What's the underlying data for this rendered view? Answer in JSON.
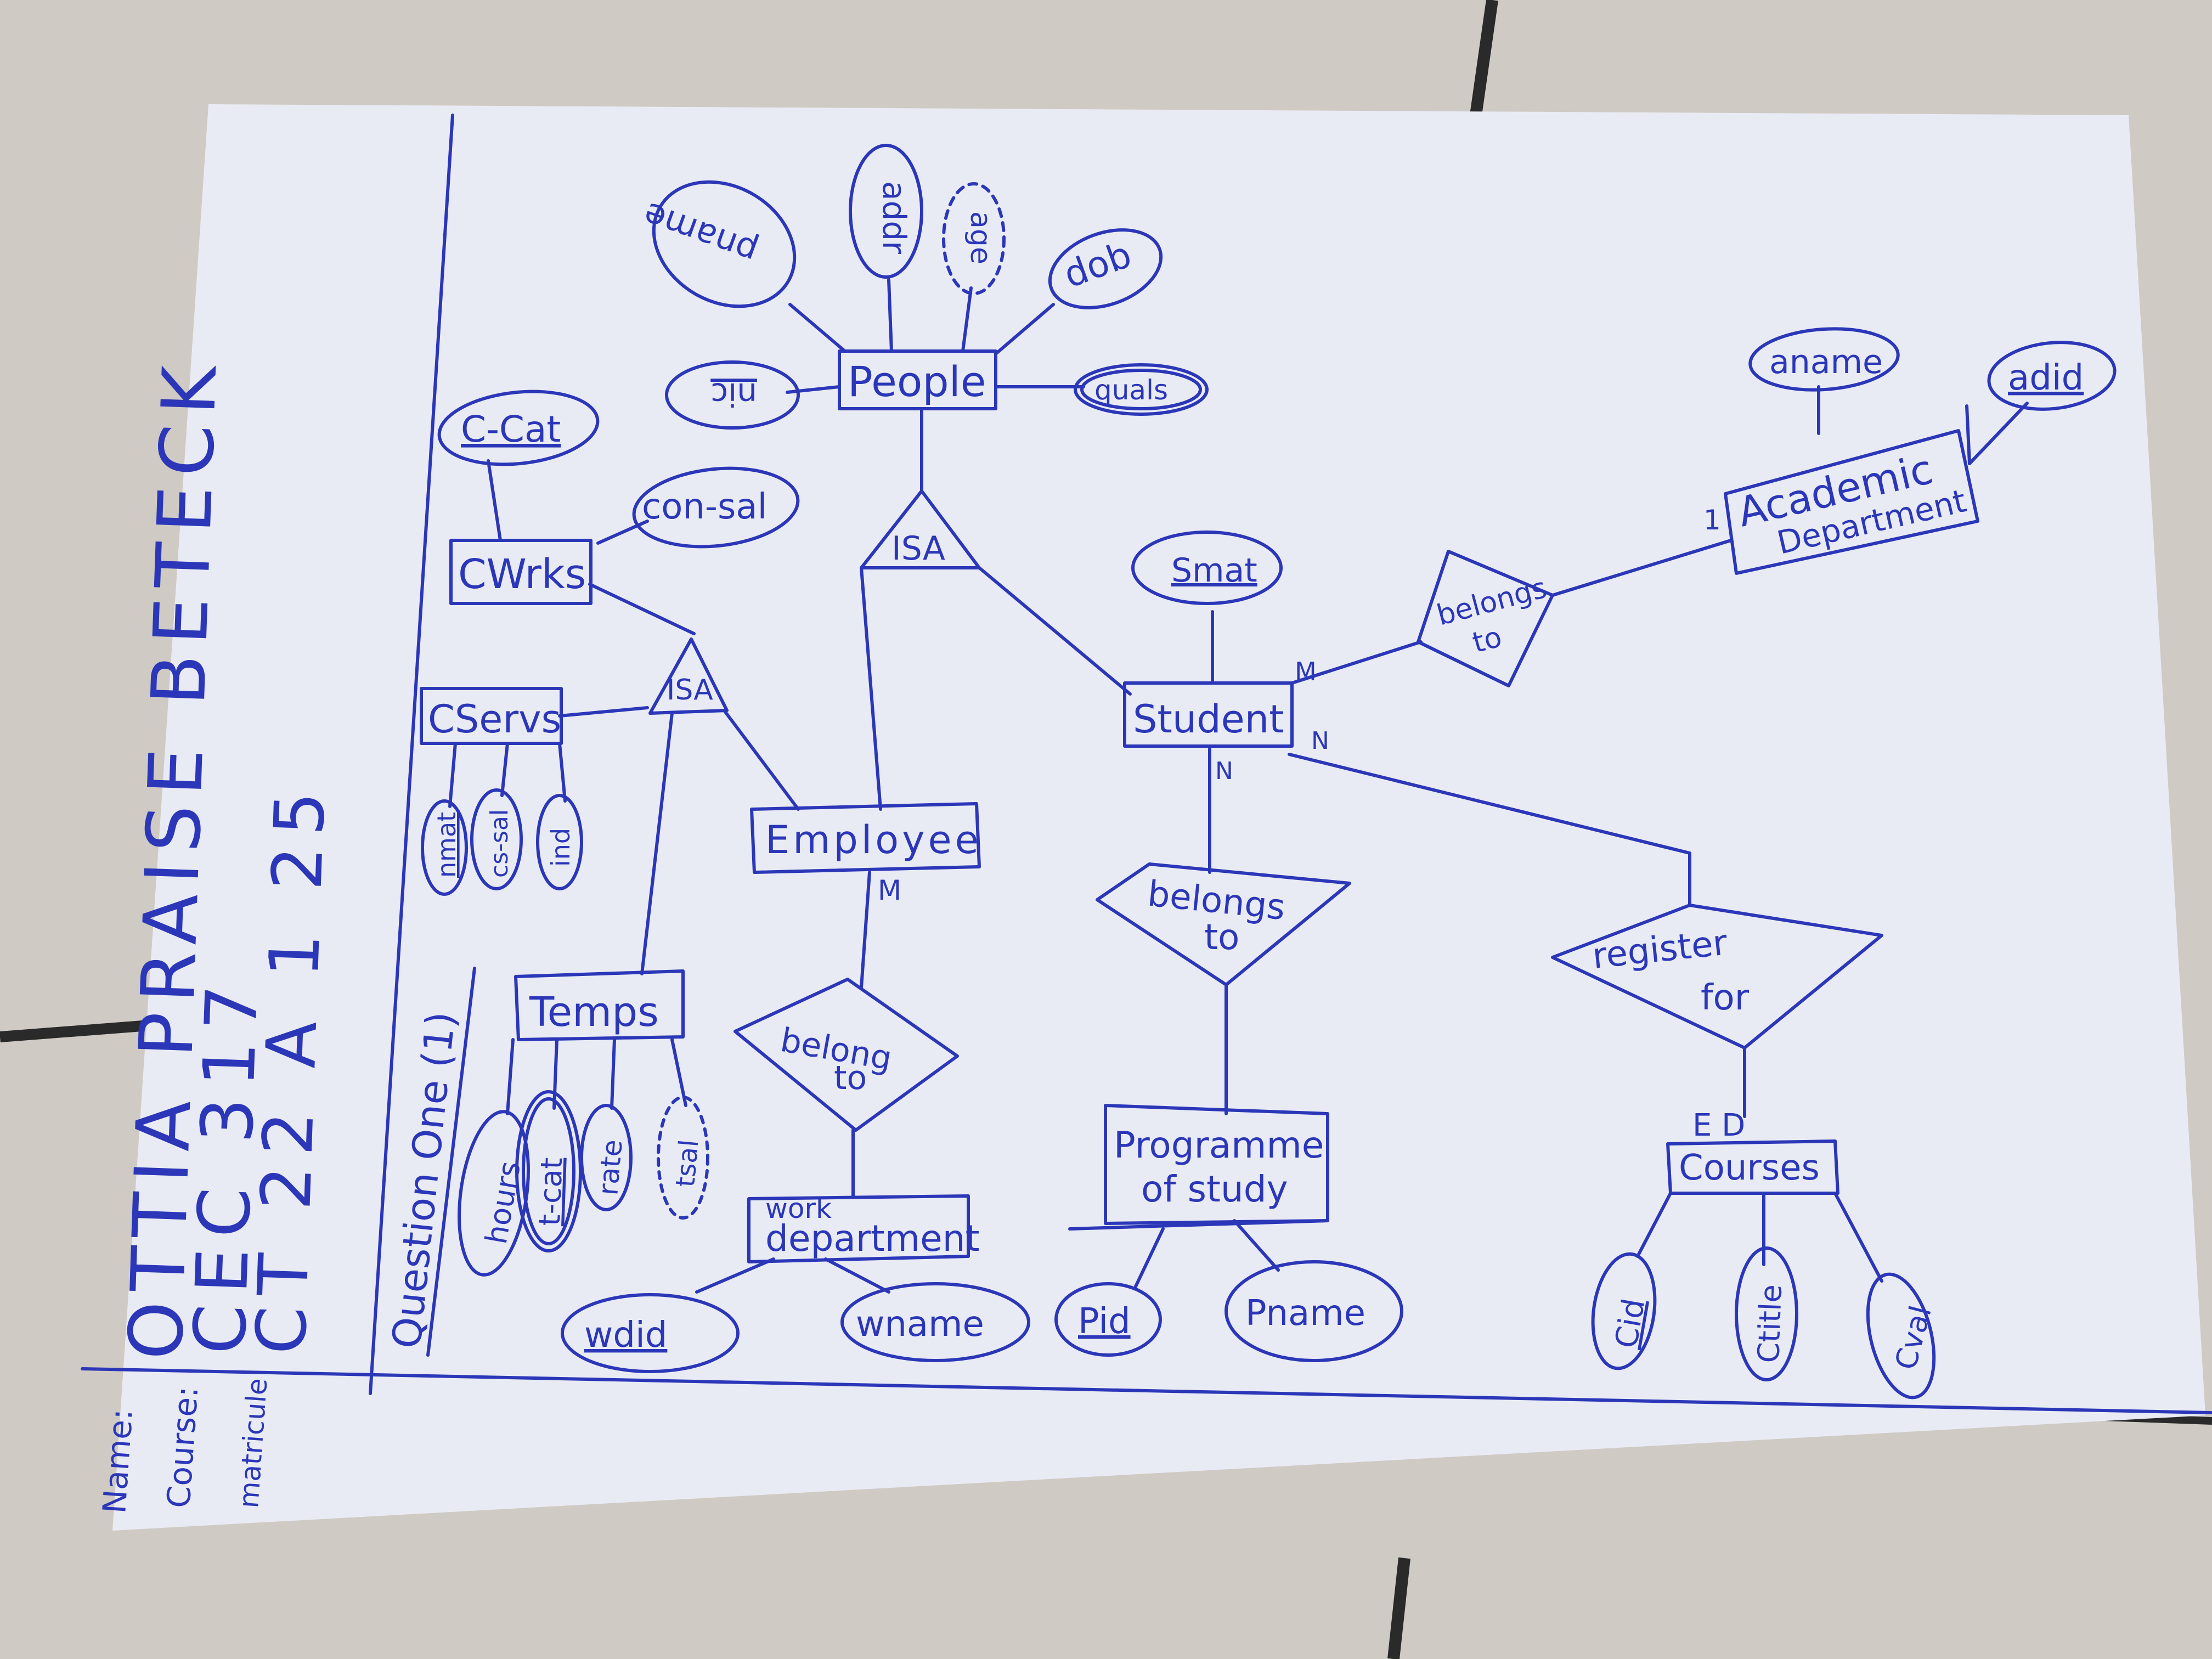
{
  "colors": {
    "ink": "#2b37b8",
    "paper": "#e9ebf4",
    "tile_background": "#cfcbc4",
    "tile_grout": "#2a2a2a"
  },
  "student_info": {
    "name_label": "Name:",
    "name_value": "OTTIA PRAISE BETECK",
    "course_label": "Course:",
    "course_value": "CEC 317",
    "matricule_label": "matricule",
    "matricule_value": "CT 22 A 1 25"
  },
  "question_label": "Question One (1)",
  "entities": {
    "people": "People",
    "cwrks": "CWrks",
    "cservs": "CServs",
    "employee": "Employee",
    "temps": "Temps",
    "student": "Student",
    "academic_department_line1": "Academic",
    "academic_department_line2": "Department",
    "work_department_line1": "work",
    "work_department_line2": "department",
    "programme_line1": "Programme",
    "programme_line2": "of study",
    "courses": "Courses"
  },
  "isa_labels": {
    "people_isa": "ISA",
    "employee_isa": "ISA"
  },
  "relationships": {
    "student_academic_line1": "belongs",
    "student_academic_line2": "to",
    "employee_work_line1": "belong",
    "employee_work_line2": "to",
    "student_programme_line1": "belongs",
    "student_programme_line2": "to",
    "student_courses_line1": "register",
    "student_courses_line2": "for"
  },
  "attributes": {
    "pname": "pname",
    "addr": "addr",
    "age": "age",
    "dob": "dob",
    "nic": "nic",
    "quals": "quals",
    "c_cat": "C-Cat",
    "con_sal": "con-sal",
    "nmat": "nmat",
    "cs_sal": "cs-sal",
    "ind": "ind",
    "hours": "hours",
    "t_cat": "t-cat",
    "rate": "rate",
    "tsal": "tsal",
    "smat": "Smat",
    "aname": "aname",
    "adid": "adid",
    "wdid": "wdid",
    "wname": "wname",
    "pid": "Pid",
    "pname2": "Pname",
    "cid": "Cid",
    "ctitle": "Ctitle",
    "cval": "Cval"
  },
  "cardinalities": {
    "student_academic": "M",
    "academic_side": "1",
    "student_programme": "N",
    "student_courses": "N",
    "employee_work": "M",
    "courses_side": "E D"
  }
}
